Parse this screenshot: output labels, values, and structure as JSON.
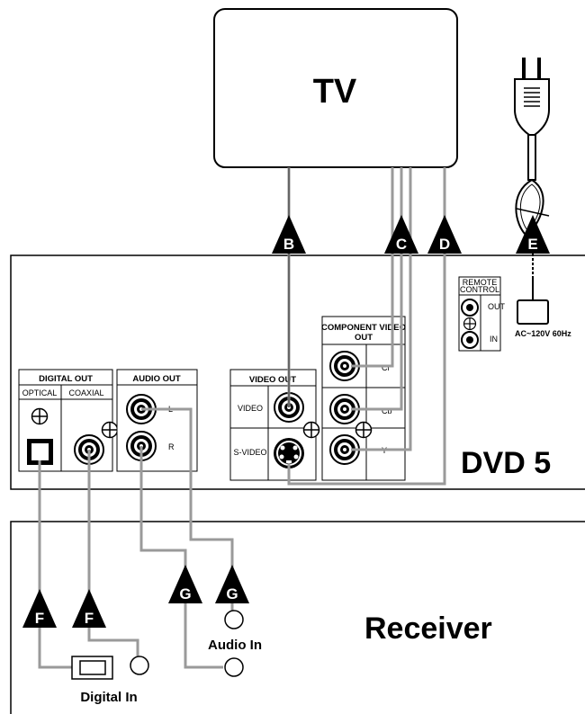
{
  "tv": {
    "label": "TV"
  },
  "dvd": {
    "model": "DVD 5",
    "digital_out": {
      "title": "DIGITAL OUT",
      "optical": "OPTICAL",
      "coaxial": "COAXIAL"
    },
    "audio_out": {
      "title": "AUDIO OUT",
      "left": "L",
      "right": "R"
    },
    "video_out": {
      "title": "VIDEO OUT",
      "video": "VIDEO",
      "svideo": "S-VIDEO"
    },
    "component_out": {
      "title_line1": "COMPONENT VIDEO",
      "title_line2": "OUT",
      "cr": "Cr",
      "cb": "Cb",
      "y": "Y"
    },
    "remote": {
      "title_line1": "REMOTE",
      "title_line2": "CONTROL",
      "out": "OUT",
      "in": "IN"
    },
    "power": {
      "label": "AC~120V 60Hz"
    }
  },
  "receiver": {
    "label": "Receiver",
    "audio_in": "Audio In",
    "digital_in": "Digital In"
  },
  "markers": [
    "B",
    "C",
    "D",
    "E",
    "F",
    "F",
    "G",
    "G"
  ]
}
